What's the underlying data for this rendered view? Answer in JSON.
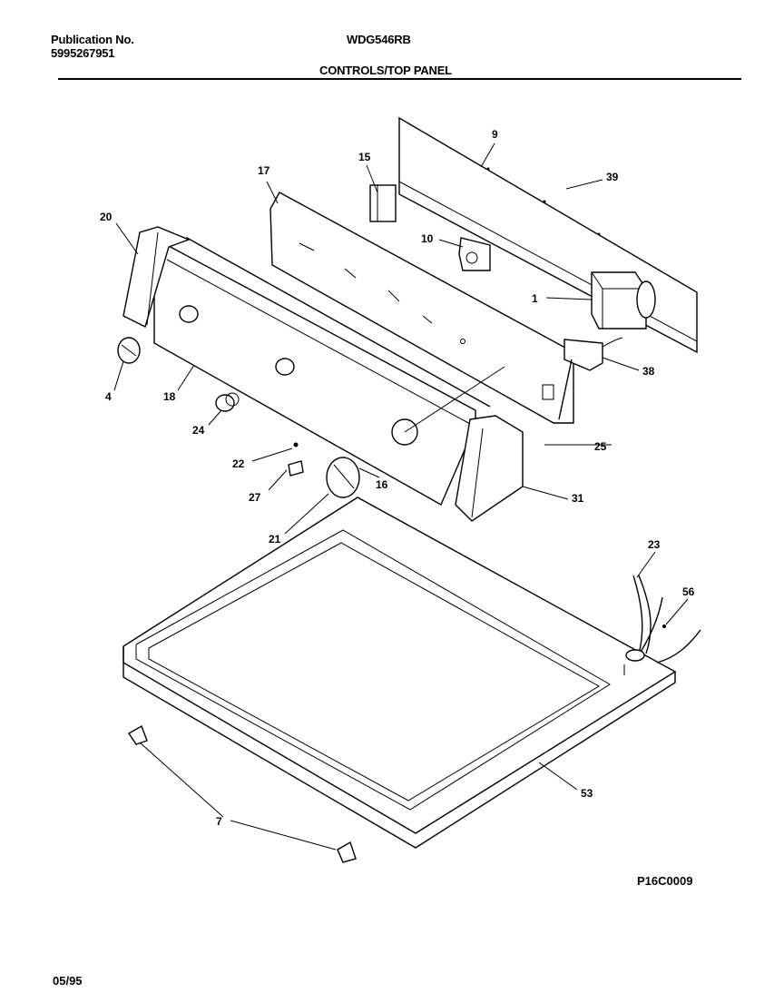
{
  "header": {
    "publication_label": "Publication No.",
    "publication_number": "5995267951",
    "model": "WDG546RB",
    "section_title": "CONTROLS/TOP PANEL"
  },
  "footer": {
    "drawing_code": "P16C0009",
    "date": "05/95"
  },
  "callouts": {
    "c1": "1",
    "c4": "4",
    "c7": "7",
    "c9": "9",
    "c10": "10",
    "c15": "15",
    "c16": "16",
    "c17": "17",
    "c18": "18",
    "c20": "20",
    "c21": "21",
    "c22": "22",
    "c23": "23",
    "c24": "24",
    "c25": "25",
    "c27": "27",
    "c31": "31",
    "c38": "38",
    "c39": "39",
    "c53": "53",
    "c56": "56"
  }
}
